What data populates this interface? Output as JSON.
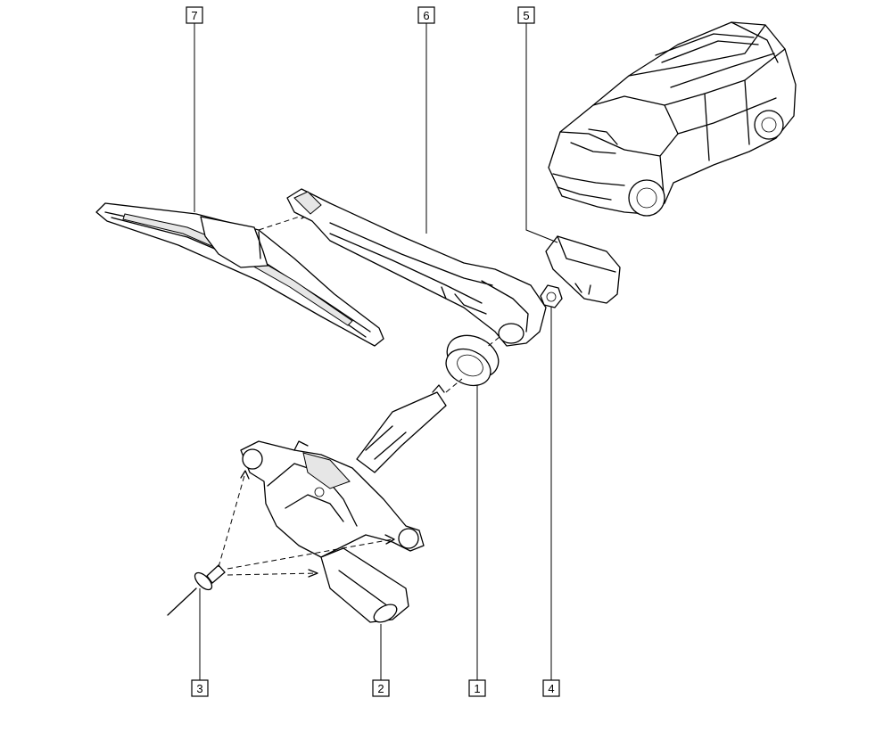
{
  "callouts": {
    "c1": "1",
    "c2": "2",
    "c3": "3",
    "c4": "4",
    "c5": "5",
    "c6": "6",
    "c7": "7"
  },
  "parts": {
    "p1": "seal-grommet",
    "p2": "wiper-motor",
    "p3": "rivet",
    "p4": "nut",
    "p5": "cap-cover",
    "p6": "wiper-arm",
    "p7": "wiper-blade"
  },
  "colors": {
    "line": "#000000",
    "background": "#ffffff",
    "shade": "#e6e6e6"
  }
}
